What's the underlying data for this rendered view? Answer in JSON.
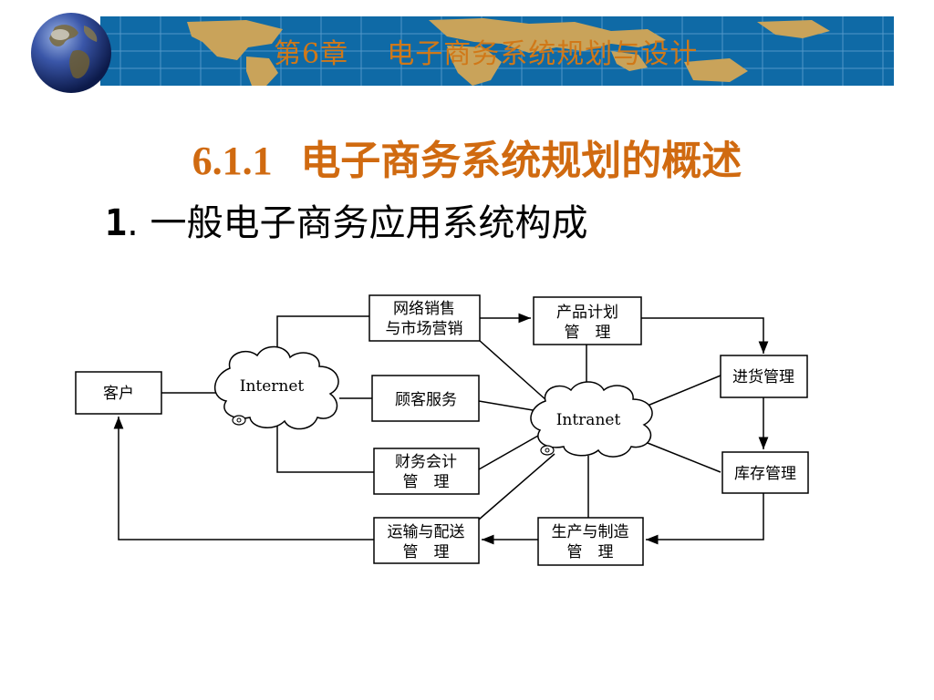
{
  "header": {
    "chapter_title": "第6章    电子商务系统规划与设计"
  },
  "slide": {
    "section_number": "6.1.1",
    "section_title": "电子商务系统规划的概述",
    "item_number": "1",
    "item_title": "一般电子商务应用系统构成"
  },
  "diagram": {
    "clouds": {
      "internet": "Internet",
      "intranet": "Intranet"
    },
    "nodes": {
      "customer": [
        "客户"
      ],
      "network_sales": [
        "网络销售",
        "与市场营销"
      ],
      "customer_service": [
        "顾客服务"
      ],
      "finance": [
        "财务会计",
        "管　理"
      ],
      "product_planning": [
        "产品计划",
        "管　理"
      ],
      "purchasing": [
        "进货管理"
      ],
      "inventory": [
        "库存管理"
      ],
      "production": [
        "生产与制造",
        "管　理"
      ],
      "shipping": [
        "运输与配送",
        "管　理"
      ]
    }
  },
  "colors": {
    "banner": "#0f6aa6",
    "accent": "#d06a10"
  }
}
